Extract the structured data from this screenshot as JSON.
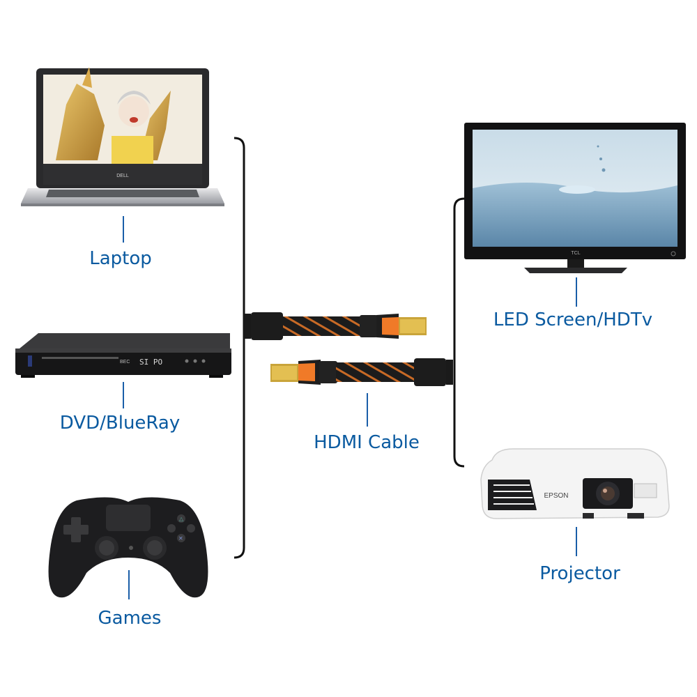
{
  "devices": {
    "laptop": {
      "label": "Laptop",
      "brand": "DELL"
    },
    "dvd": {
      "label": "DVD/BlueRay",
      "brand": "BEC",
      "display": "SI PO"
    },
    "games": {
      "label": "Games"
    },
    "tv": {
      "label": "LED Screen/HDTv",
      "brand": "TCL"
    },
    "projector": {
      "label": "Projector",
      "brand": "EPSON"
    },
    "cable": {
      "label": "HDMI Cable"
    }
  },
  "colors": {
    "label_text": "#0a5aa0",
    "connector_line": "#1a5ea8",
    "bracket": "#111111",
    "cable_orange": "#f07a28"
  }
}
